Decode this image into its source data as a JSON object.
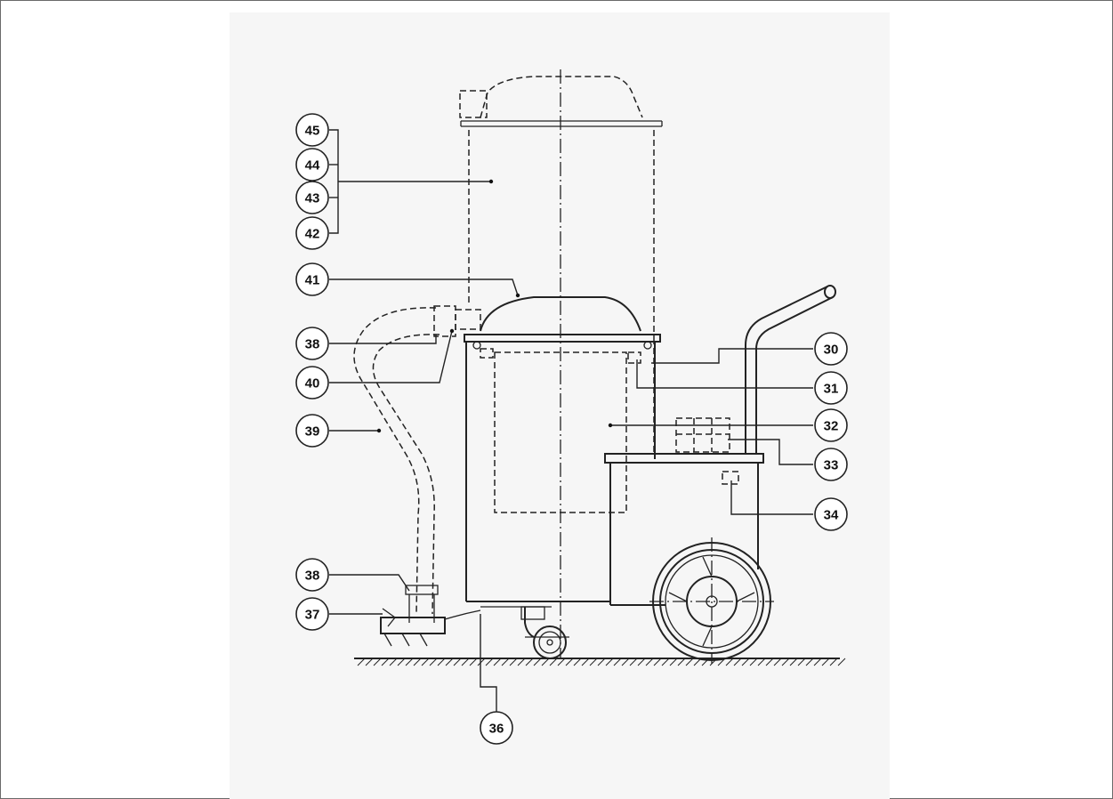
{
  "callouts": [
    {
      "id": "45",
      "label": "45"
    },
    {
      "id": "44",
      "label": "44"
    },
    {
      "id": "43",
      "label": "43"
    },
    {
      "id": "42",
      "label": "42"
    },
    {
      "id": "41",
      "label": "41"
    },
    {
      "id": "38a",
      "label": "38"
    },
    {
      "id": "40",
      "label": "40"
    },
    {
      "id": "39",
      "label": "39"
    },
    {
      "id": "38b",
      "label": "38"
    },
    {
      "id": "37",
      "label": "37"
    },
    {
      "id": "36",
      "label": "36"
    },
    {
      "id": "30",
      "label": "30"
    },
    {
      "id": "31",
      "label": "31"
    },
    {
      "id": "32",
      "label": "32"
    },
    {
      "id": "33",
      "label": "33"
    },
    {
      "id": "34",
      "label": "34"
    }
  ]
}
